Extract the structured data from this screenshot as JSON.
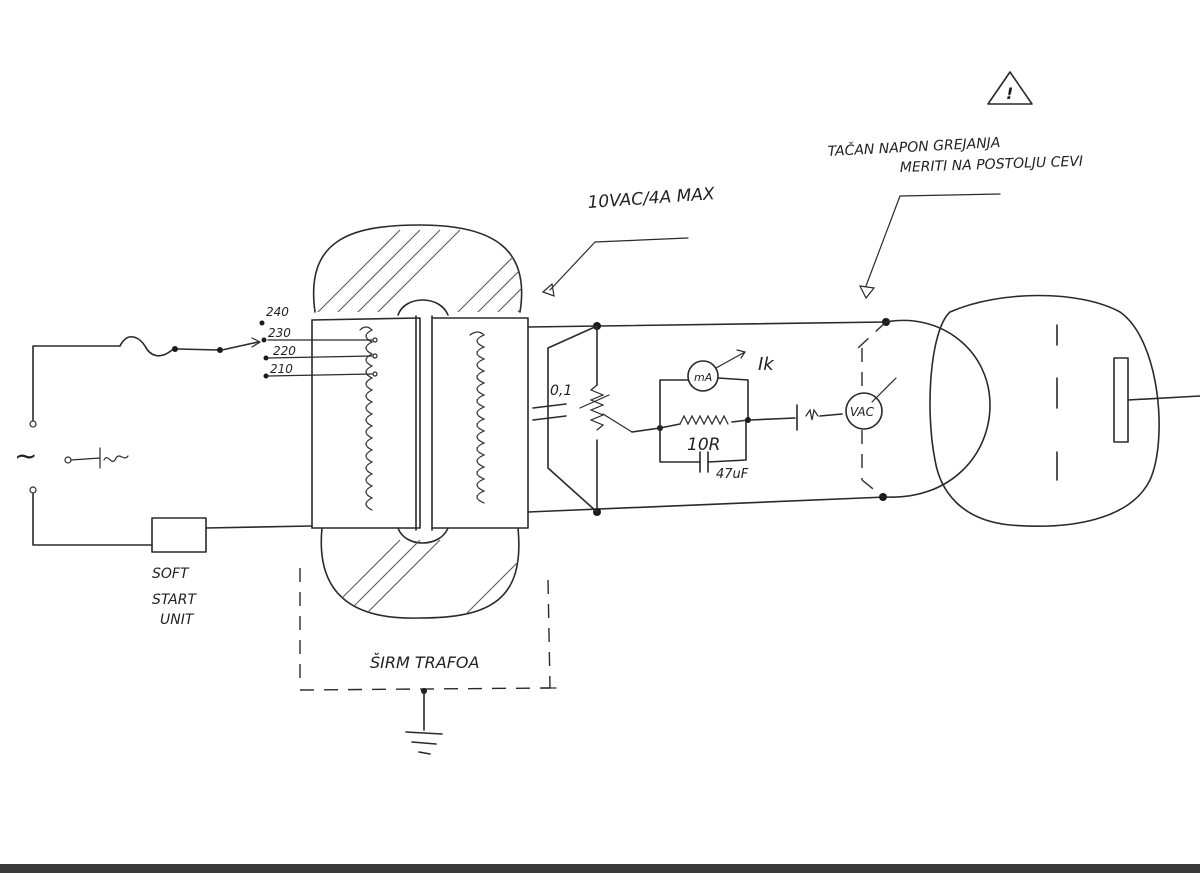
{
  "labels": {
    "heater_supply": "10VAC/4A MAX",
    "warning_line1": "TAČAN NAPON GREJANJA",
    "warning_line2": "MERITI NA POSTOLJU CEVI",
    "warning_symbol": "!",
    "tap_240": "240",
    "tap_230": "230",
    "tap_220": "220",
    "tap_210": "210",
    "mains_symbol": "~",
    "soft_start_line1": "SOFT",
    "soft_start_line2": "START",
    "soft_start_line3": "UNIT",
    "capacitor_value": "0,1",
    "meter_ma": "mA",
    "current_label": "Ik",
    "resistor_value": "10R",
    "cap_value_47": "47uF",
    "voltmeter": "VAC",
    "shield_label": "ŠIRM TRAFOA"
  },
  "icons": [
    "warning-triangle-icon",
    "fuse-icon",
    "switch-icon",
    "ground-icon",
    "ac-source-icon"
  ],
  "colors": {
    "ink": "#2a2a2a",
    "paper": "#ffffff"
  }
}
